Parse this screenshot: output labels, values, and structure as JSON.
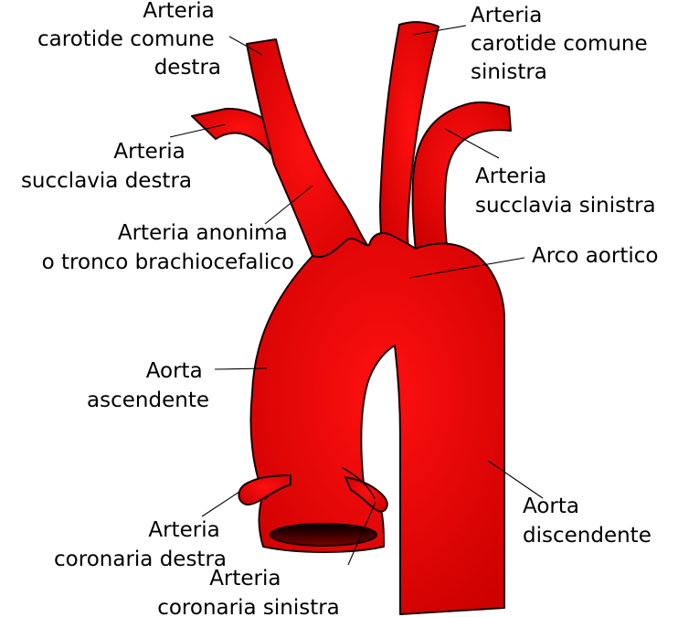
{
  "colors": {
    "vessel_light": "#ff1010",
    "vessel_dark": "#cc0000",
    "outline": "#1a0000",
    "lumen_inner": "#000000",
    "lumen_outer": "#7a0000"
  },
  "labels": {
    "rcca": [
      "Arteria",
      "carotide comune",
      "destra"
    ],
    "lcca": [
      "Arteria",
      "carotide comune",
      "sinistra"
    ],
    "rsa": [
      "Arteria",
      "succlavia destra"
    ],
    "lsa": [
      "Arteria",
      "succlavia sinistra"
    ],
    "brachio": [
      "Arteria anonima",
      "o tronco brachiocefalico"
    ],
    "arch": [
      "Arco aortico"
    ],
    "asc": [
      "Aorta",
      "ascendente"
    ],
    "desc": [
      "Aorta",
      "discendente"
    ],
    "rca": [
      "Arteria",
      "coronaria destra"
    ],
    "lca": [
      "Arteria",
      "coronaria sinistra"
    ]
  }
}
